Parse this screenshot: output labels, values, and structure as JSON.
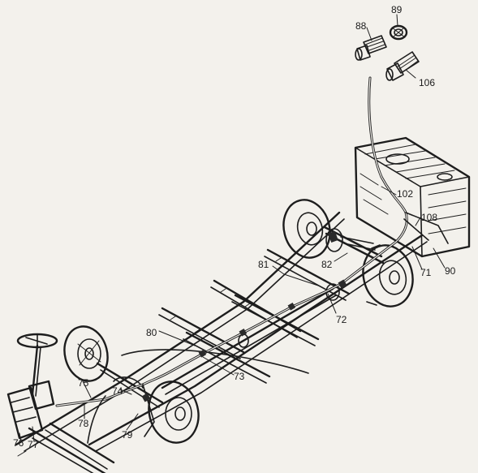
{
  "callouts": [
    {
      "id": "88",
      "text": "88"
    },
    {
      "id": "89",
      "text": "89"
    },
    {
      "id": "106",
      "text": "106"
    },
    {
      "id": "102",
      "text": "102"
    },
    {
      "id": "108",
      "text": "108"
    },
    {
      "id": "81",
      "text": "81"
    },
    {
      "id": "82",
      "text": "82"
    },
    {
      "id": "71",
      "text": "71"
    },
    {
      "id": "90",
      "text": "90"
    },
    {
      "id": "72",
      "text": "72"
    },
    {
      "id": "80",
      "text": "80"
    },
    {
      "id": "73",
      "text": "73"
    },
    {
      "id": "75",
      "text": "75"
    },
    {
      "id": "74",
      "text": "74"
    },
    {
      "id": "78",
      "text": "78"
    },
    {
      "id": "79",
      "text": "79"
    },
    {
      "id": "76",
      "text": "76"
    },
    {
      "id": "77",
      "text": "77"
    }
  ],
  "colors": {
    "ink": "#1d1d1d",
    "paper": "#f3f1ec"
  }
}
